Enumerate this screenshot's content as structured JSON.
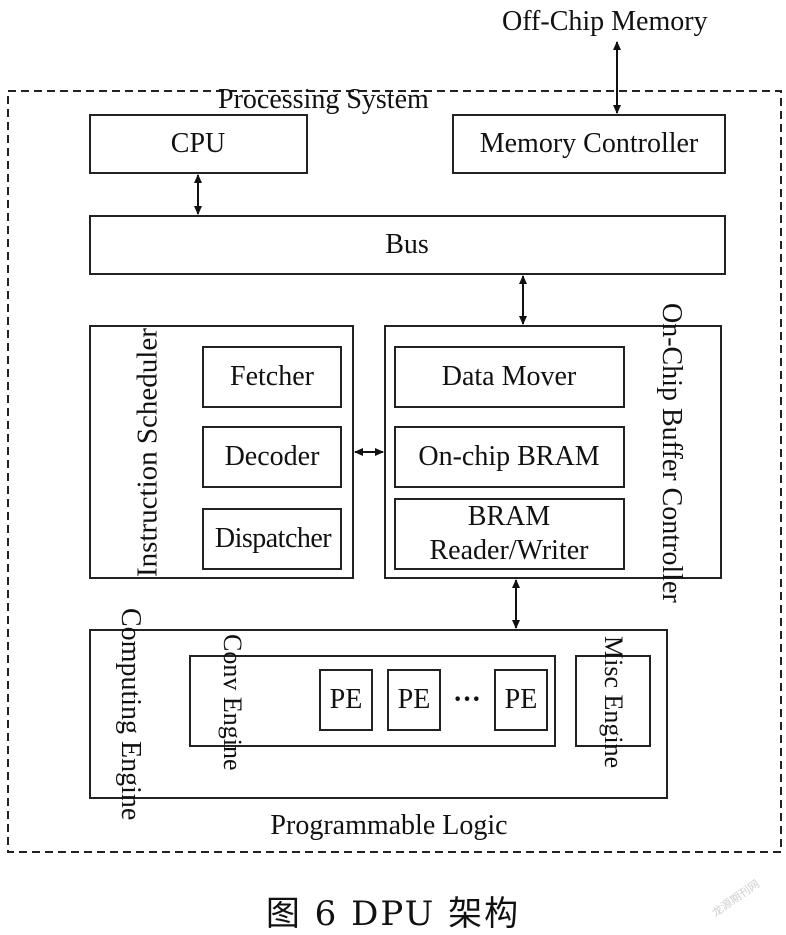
{
  "diagram": {
    "offchip_memory": "Off-Chip Memory",
    "processing_system": "Processing System",
    "cpu": "CPU",
    "memory_controller": "Memory Controller",
    "bus": "Bus",
    "instruction_scheduler": "Instruction Scheduler",
    "fetcher": "Fetcher",
    "decoder": "Decoder",
    "dispatcher": "Dispatcher",
    "onchip_buffer_controller": "On-Chip Buffer Controller",
    "data_mover": "Data Mover",
    "onchip_bram": "On-chip BRAM",
    "bram_line1": "BRAM",
    "bram_line2": "Reader/Writer",
    "computing_engine": "Computing Engine",
    "conv_engine": "Conv Engine",
    "pe": "PE",
    "ellipsis": "···",
    "misc_engine": "Misc Engine",
    "programmable_logic": "Programmable Logic"
  },
  "caption": "图 6   DPU 架构",
  "watermark": "龙源期刊网"
}
